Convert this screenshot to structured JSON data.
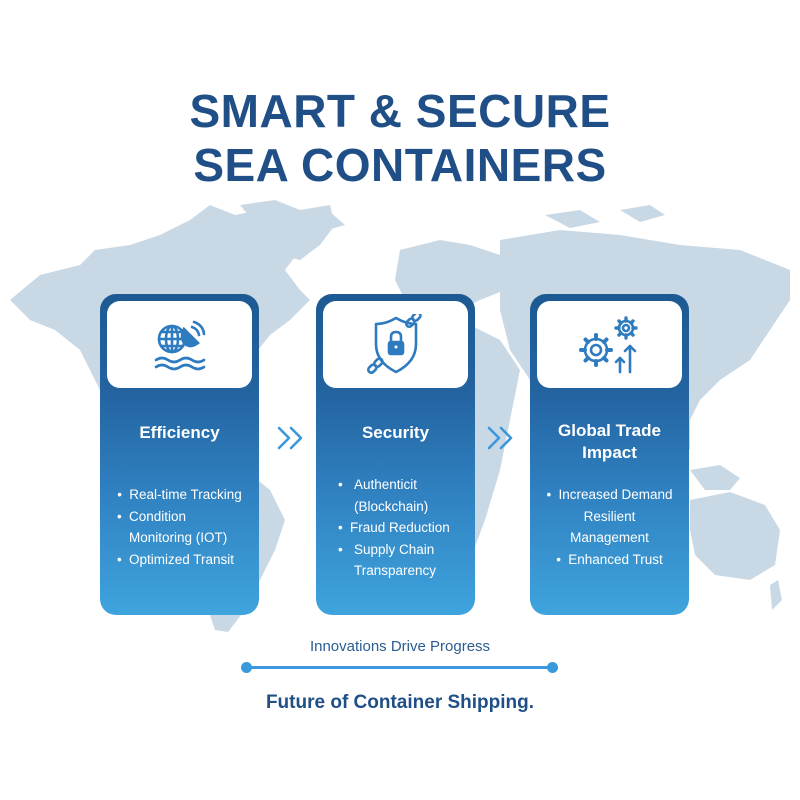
{
  "title": {
    "line1": "SMART & SECURE",
    "line2": "SEA CONTAINERS"
  },
  "colors": {
    "title": "#1f4f86",
    "card_top": "#1d5a93",
    "card_bottom": "#3fa4dd",
    "accent": "#3a98dc",
    "map": "#c5d5e3"
  },
  "cards": [
    {
      "icon": "satellite-globe-waves-icon",
      "title": "Efficiency",
      "items": [
        "Real-time Tracking",
        "Condition",
        "Monitoring (IOT)",
        "Optimized Transit"
      ]
    },
    {
      "icon": "shield-lock-chain-icon",
      "title": "Security",
      "items": [
        "Authenticit",
        "(Blockchain)",
        "Fraud Reduction",
        "Supply Chain",
        "Transparency"
      ]
    },
    {
      "icon": "gears-growth-arrows-icon",
      "title_line1": "Global Trade",
      "title_line2": "Impact",
      "items": [
        "Increased Demand",
        "Resilient",
        "Management",
        "Enhanced Trust"
      ]
    }
  ],
  "connectors": [
    "double-chevron-right-icon",
    "double-chevron-right-icon"
  ],
  "tagline": "Innovations Drive Progress",
  "footer": "Future of Container Shipping."
}
